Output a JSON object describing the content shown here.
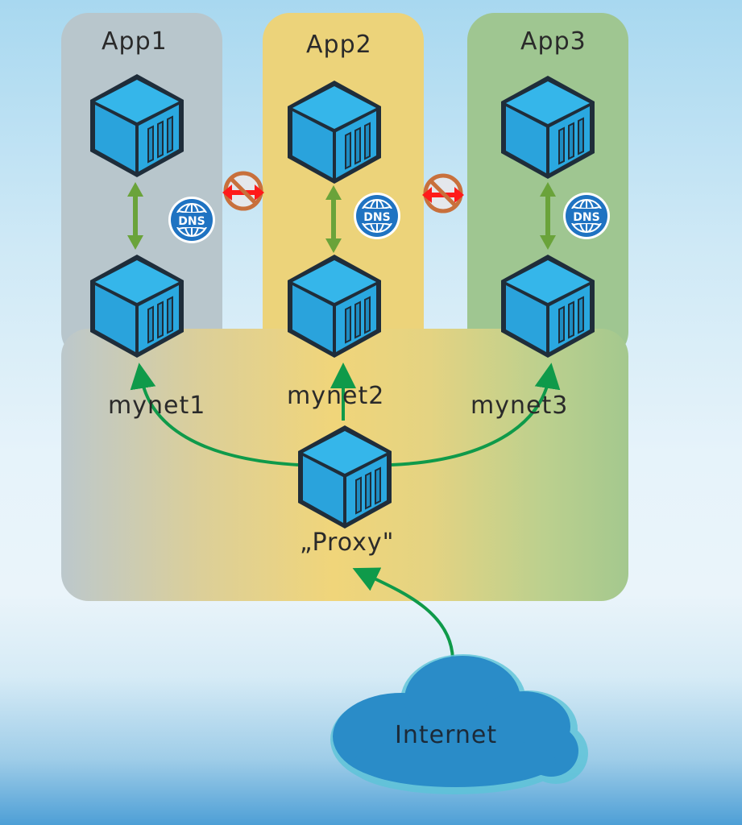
{
  "diagram": {
    "apps": [
      {
        "id": "app1",
        "label": "App1",
        "color": "#b8c6cc"
      },
      {
        "id": "app2",
        "label": "App2",
        "color": "#ecd37a"
      },
      {
        "id": "app3",
        "label": "App3",
        "color": "#9fc691"
      }
    ],
    "networks": [
      {
        "id": "mynet1",
        "label": "mynet1"
      },
      {
        "id": "mynet2",
        "label": "mynet2"
      },
      {
        "id": "mynet3",
        "label": "mynet3"
      }
    ],
    "dns_label": "DNS",
    "proxy_label": "„Proxy\"",
    "internet_label": "Internet",
    "colors": {
      "container": "#29a7df",
      "container_outline": "#1f2d3a",
      "arrow_green": "#6aa33a",
      "proxy_arrow": "#0f9a4a",
      "blocked_ring": "#c8703c",
      "blocked_arrow": "#ff1a1a",
      "dns_badge": "#1f73c2",
      "cloud": "#2a8cc8"
    }
  }
}
